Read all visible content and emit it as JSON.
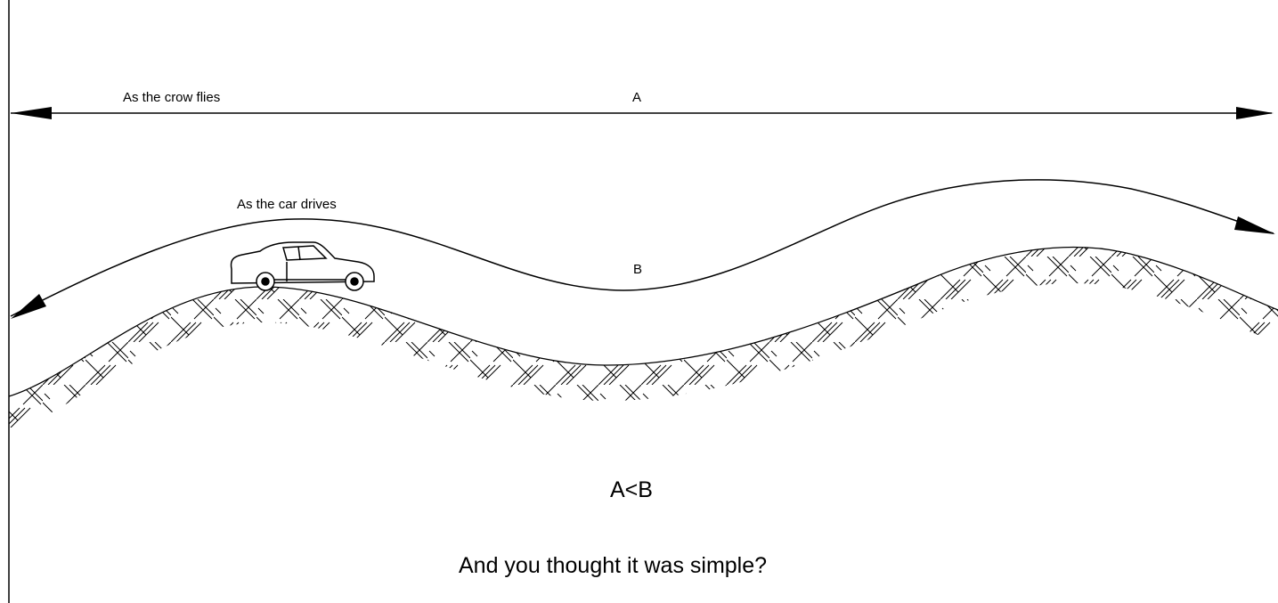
{
  "labels": {
    "crow": "As the crow flies",
    "distance_a": "A",
    "car": "As the car drives",
    "distance_b": "B",
    "comparison": "A<B",
    "caption": "And you thought it was simple?"
  },
  "colors": {
    "ink": "#000000",
    "background": "#ffffff"
  }
}
